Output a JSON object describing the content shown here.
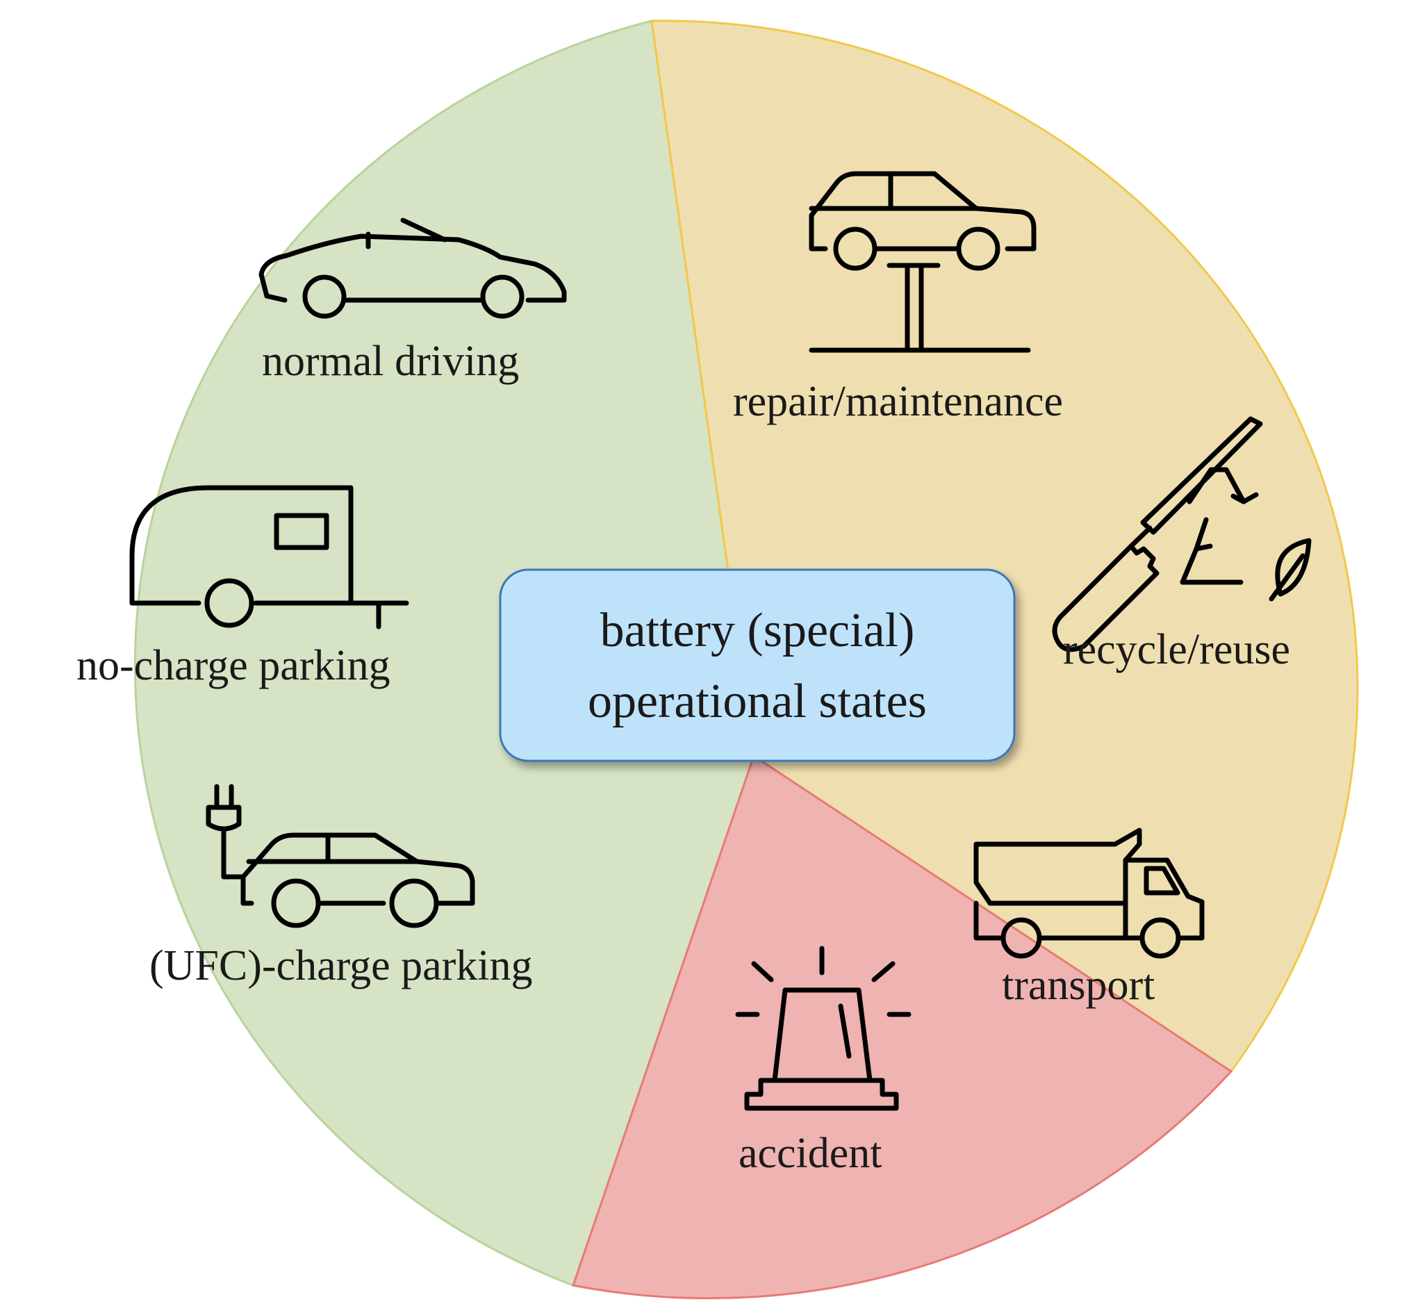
{
  "diagram": {
    "center_label_line1": "battery (special)",
    "center_label_line2": "operational states",
    "colors": {
      "green_sector": "#d6e3c5",
      "green_border": "#b8d49a",
      "yellow_sector": "#efdfb0",
      "yellow_border": "#f2c84b",
      "red_sector": "#efb3b1",
      "red_border": "#e87a74",
      "center_fill": "#bfe2fb",
      "center_border": "#3a78b8"
    },
    "states": [
      {
        "label": "normal driving",
        "icon": "convertible-car-icon",
        "group": "green"
      },
      {
        "label": "no-charge parking",
        "icon": "caravan-trailer-icon",
        "group": "green"
      },
      {
        "label": "(UFC)-charge parking",
        "icon": "ev-charging-car-icon",
        "group": "green"
      },
      {
        "label": "repair/maintenance",
        "icon": "car-lift-icon",
        "group": "yellow"
      },
      {
        "label": "recycle/reuse",
        "icon": "screwdriver-recycle-icon",
        "group": "yellow"
      },
      {
        "label": "transport",
        "icon": "dump-truck-icon",
        "group": "yellow"
      },
      {
        "label": "accident",
        "icon": "siren-alarm-icon",
        "group": "red"
      }
    ]
  }
}
